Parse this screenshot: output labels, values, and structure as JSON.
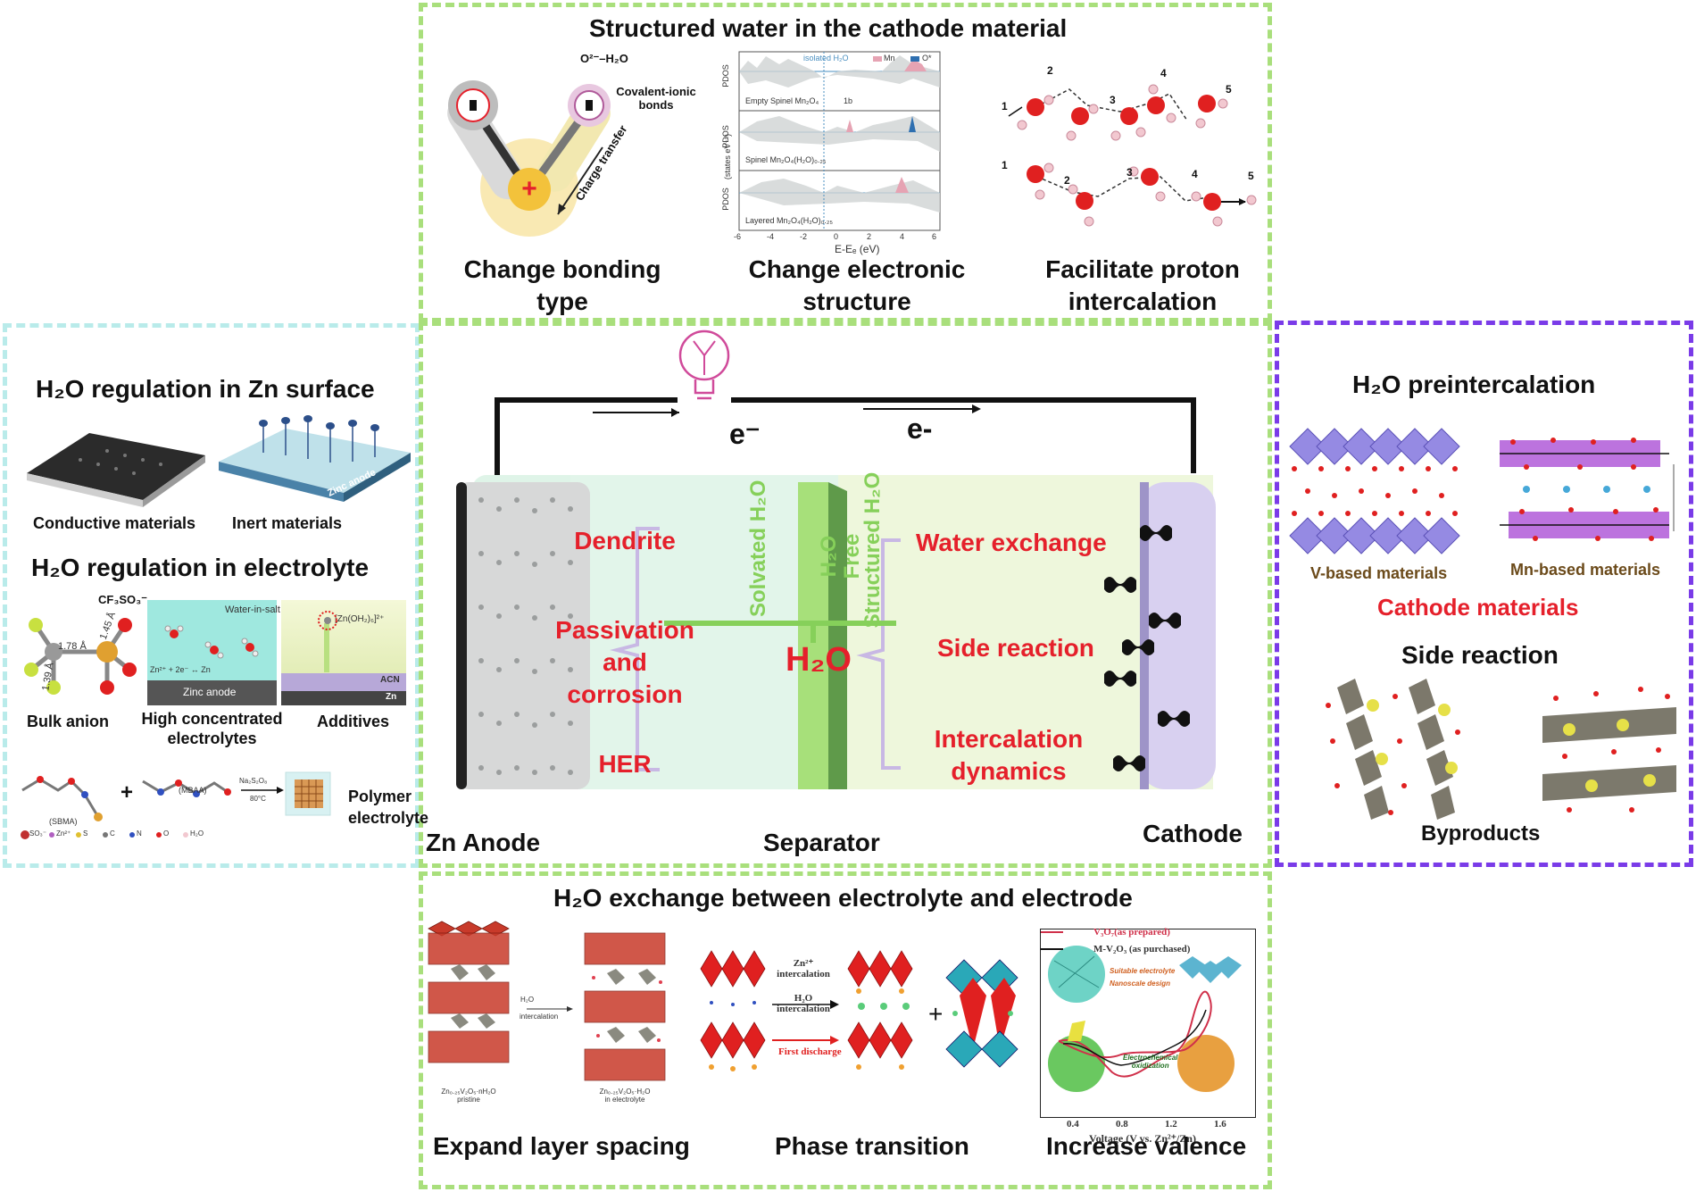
{
  "colors": {
    "green_border": "#a9df7c",
    "cyan_border": "#b9ebea",
    "purple_border": "#7a3be8",
    "red_text": "#e5202b"
  },
  "top": {
    "title": "Structured water in the cathode material",
    "o_h2o_label": "O²⁻–H₂O",
    "covalent_label": "Covalent-ionic bonds",
    "charge_transfer_label": "Charge transfer",
    "pdos_labels": [
      "PDOS",
      "PDOS",
      "PDOS"
    ],
    "pdos_unit": "(states eV⁻¹)",
    "pdos_traces": [
      "Empty Spinel Mn₂O₄",
      "Spinel Mn₂O₄(H₂O)₀.₂₅",
      "Layered Mn₂O₄(H₂O)₀.₂₅"
    ],
    "pdos_legend": [
      "Mn",
      "O*"
    ],
    "isolated_label": "isolated H₂O",
    "tick_1b": "1b",
    "xticks": [
      "-6",
      "-4",
      "-2",
      "0",
      "2",
      "4",
      "6"
    ],
    "xlabel": "E-Eₑ (eV)",
    "proton_numbers": [
      "1",
      "2",
      "3",
      "4",
      "5"
    ],
    "captions": {
      "bonding": [
        "Change bonding",
        "type"
      ],
      "electronic": [
        "Change electronic",
        "structure"
      ],
      "proton": [
        "Facilitate proton",
        "intercalation"
      ]
    }
  },
  "left": {
    "zn_surface_title": "H₂O regulation in Zn surface",
    "conductive": "Conductive materials",
    "inert": "Inert materials",
    "zinc_anode": "Zinc anode",
    "electrolyte_title": "H₂O regulation in electrolyte",
    "cf3so3": "CF₃SO₃⁻",
    "bond_178": "1.78 Å",
    "bond_145": "1.45 Å",
    "bond_139": "1.39 Å",
    "bulk_anion": "Bulk anion",
    "water_in_salt": "Water-in-salt",
    "zn_reaction": "Zn²⁺ + 2e⁻ ↔ Zn",
    "zinc_anode_label": "Zinc anode",
    "high_conc": [
      "High concentrated",
      "electrolytes"
    ],
    "zn_oh2": "[Zn(OH₂)₆]²⁺",
    "acn": "ACN",
    "zn_short": "Zn",
    "additives": "Additives",
    "sbma": "(SBMA)",
    "mbaa": "(MBAA)",
    "initiator": "Na₂S₂O₈",
    "temp": "80°C",
    "polymer": [
      "Polymer",
      "electrolyte"
    ],
    "legend_items": [
      "SO₃⁻",
      "Zn²⁺",
      "S",
      "C",
      "N",
      "O",
      "H₂O"
    ]
  },
  "center": {
    "e_left": "e⁻",
    "e_right": "e-",
    "solvated": "Solvated H₂O",
    "free": [
      "H₂O",
      "Free"
    ],
    "structured": "Structured H₂O",
    "h2o_center": "H₂O",
    "left_items": [
      "Dendrite",
      "Passivation",
      "and",
      "corrosion",
      "HER"
    ],
    "right_items": [
      "Water exchange",
      "Side reaction",
      "Intercalation",
      "dynamics"
    ],
    "zn_anode": "Zn Anode",
    "separator": "Separator",
    "cathode": "Cathode"
  },
  "right": {
    "preintercalation_title": "H₂O preintercalation",
    "v_based": "V-based materials",
    "mn_based": "Mn-based materials",
    "cathode_materials": "Cathode materials",
    "side_reaction": "Side reaction",
    "byproducts": "Byproducts"
  },
  "bottom": {
    "title": "H₂O exchange between electrolyte and electrode",
    "pristine": [
      "Zn₀.₂₅V₂O₅·nH₂O",
      "pristine"
    ],
    "h2o_arrow": [
      "H₂O",
      "intercalation"
    ],
    "in_electrolyte": [
      "Zn₀.₂₅V₂O₅·H₂O",
      "in electrolyte"
    ],
    "zn_intercalation": [
      "Zn²⁺",
      "intercalation"
    ],
    "h2o_intercalation": [
      "H₂O",
      "intercalation"
    ],
    "first_discharge": "First discharge",
    "legend_prepared": "V₃O₇(as prepared)",
    "legend_purchased": "M-V₂O₃ (as purchased)",
    "suitable": "Suitable electrolyte",
    "nanoscale": "Nanoscale design",
    "electrochem": [
      "Electrochemical",
      "oxidization"
    ],
    "xticks": [
      "0.4",
      "0.8",
      "1.2",
      "1.6"
    ],
    "xlabel": "Voltage (V vs. Zn²⁺/Zn)",
    "captions": [
      "Expand layer spacing",
      "Phase transition",
      "Increase valence"
    ]
  }
}
